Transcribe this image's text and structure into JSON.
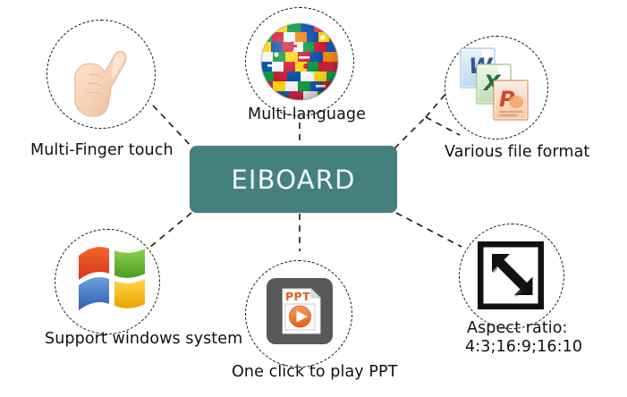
{
  "diagram": {
    "title": "EIBOARD",
    "center": {
      "label": "EIBOARD",
      "color": "#43807E",
      "text_color": "#f2fafa"
    },
    "connector_style": "dashed",
    "connector_color": "#1a1a1a",
    "nodes": [
      {
        "id": "multi-finger-touch",
        "label": "Multi-Finger touch",
        "icon": "pointing-hand-icon",
        "position": "top-left"
      },
      {
        "id": "multi-language",
        "label": "Multi-language",
        "icon": "world-flags-globe-icon",
        "position": "top-center"
      },
      {
        "id": "various-file-format",
        "label": "Various file format",
        "icon": "office-file-formats-icon",
        "icon_parts": [
          "W",
          "X",
          "P"
        ],
        "position": "top-right"
      },
      {
        "id": "support-windows-system",
        "label": "Support windows system",
        "icon": "windows-logo-icon",
        "position": "bottom-left"
      },
      {
        "id": "one-click-to-play-ppt",
        "label": "One click to play PPT",
        "icon": "ppt-play-icon",
        "icon_text": "PPT",
        "position": "bottom-center"
      },
      {
        "id": "aspect-ratio",
        "label_line1": "Aspect ratio:",
        "label_line2": "4:3;16:9;16:10",
        "icon": "resize-diagonal-arrow-icon",
        "position": "bottom-right"
      }
    ]
  }
}
